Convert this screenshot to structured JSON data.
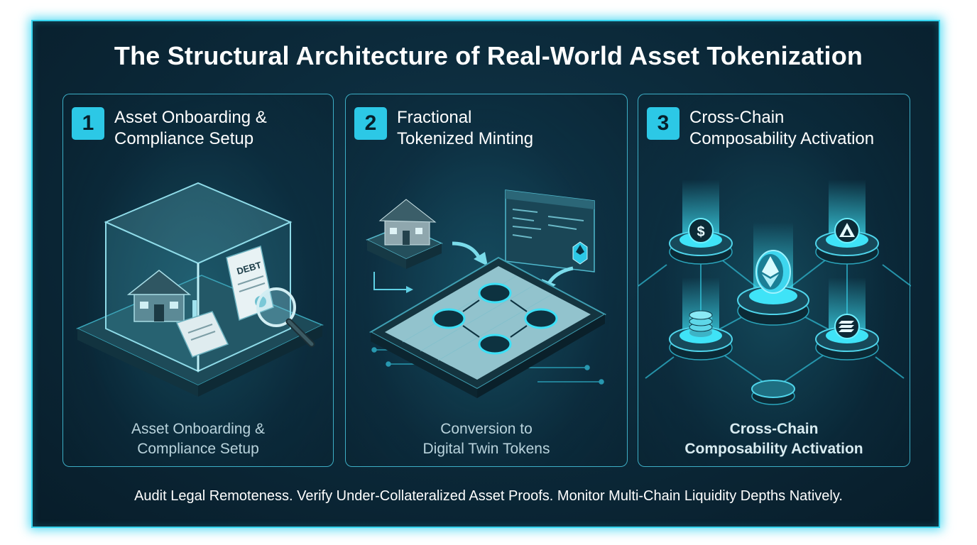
{
  "title": "The Structural Architecture of Real-World Asset Tokenization",
  "panels": [
    {
      "number": "1",
      "heading_line1": "Asset Onboarding &",
      "heading_line2": "Compliance Setup",
      "caption_line1": "Asset Onboarding &",
      "caption_line2": "Compliance Setup",
      "doc_label": "DEBT"
    },
    {
      "number": "2",
      "heading_line1": "Fractional",
      "heading_line2": "Tokenized Minting",
      "caption_line1": "Conversion to",
      "caption_line2": "Digital Twin Tokens"
    },
    {
      "number": "3",
      "heading_line1": "Cross-Chain",
      "heading_line2": "Composability Activation",
      "caption_line1": "Cross-Chain",
      "caption_line2": "Composability Activation",
      "dollar_symbol": "$"
    }
  ],
  "footer": "Audit Legal Remoteness. Verify Under-Collateralized Asset Proofs. Monitor Multi-Chain Liquidity Depths Natively.",
  "colors": {
    "accent": "#2cc8e6",
    "frame_glow": "#35d3ee",
    "background": "#0b2838"
  },
  "icons": [
    "vault-icon",
    "house-icon",
    "document-icon",
    "magnifier-icon",
    "tablet-icon",
    "token-icon",
    "ethereum-icon",
    "dollar-icon",
    "coin-stack-icon",
    "solana-icon",
    "avalanche-icon"
  ]
}
